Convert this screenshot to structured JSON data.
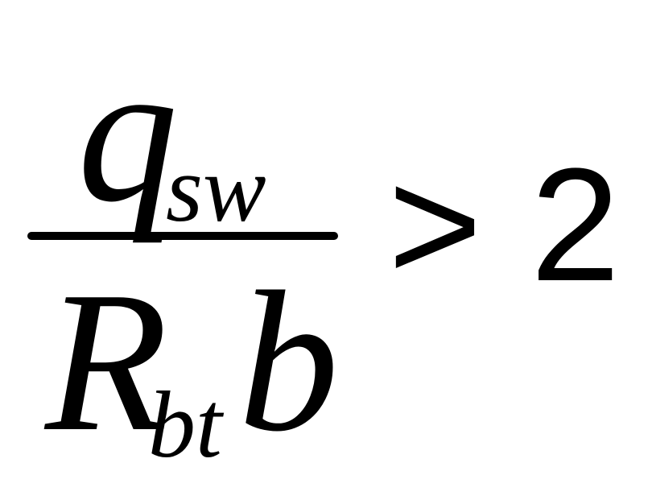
{
  "formula": {
    "numerator": {
      "symbol": "q",
      "subscript": "sw"
    },
    "denominator": {
      "symbol": "R",
      "subscript": "bt",
      "factor": "b"
    },
    "relation": ">",
    "rhs": "2"
  }
}
